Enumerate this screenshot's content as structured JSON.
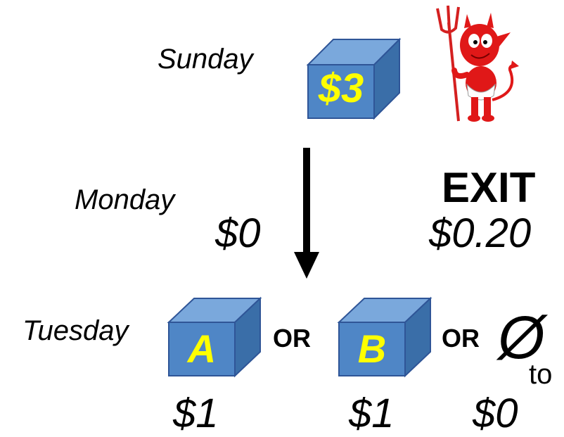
{
  "days": {
    "sunday": "Sunday",
    "monday": "Monday",
    "tuesday": "Tuesday"
  },
  "boxes": {
    "sunday_box": "$3",
    "box_a": "A",
    "box_b": "B"
  },
  "amounts": {
    "monday_value": "$0",
    "exit_value": "$0.20",
    "a_value": "$1",
    "b_value": "$1",
    "empty_value": "$0"
  },
  "labels": {
    "exit": "EXIT",
    "or_1": "OR",
    "or_2": "OR",
    "empty_symbol": "Ø",
    "cut_text": "to"
  },
  "colors": {
    "box_front": "#4f86c6",
    "box_top": "#7aa8dc",
    "box_side": "#3a6ea8",
    "box_stroke": "#2f5597",
    "box_text": "#ffff00",
    "devil_red": "#e01818"
  },
  "icons": {
    "devil": "devil-mascot-icon",
    "arrow": "down-arrow-icon"
  }
}
